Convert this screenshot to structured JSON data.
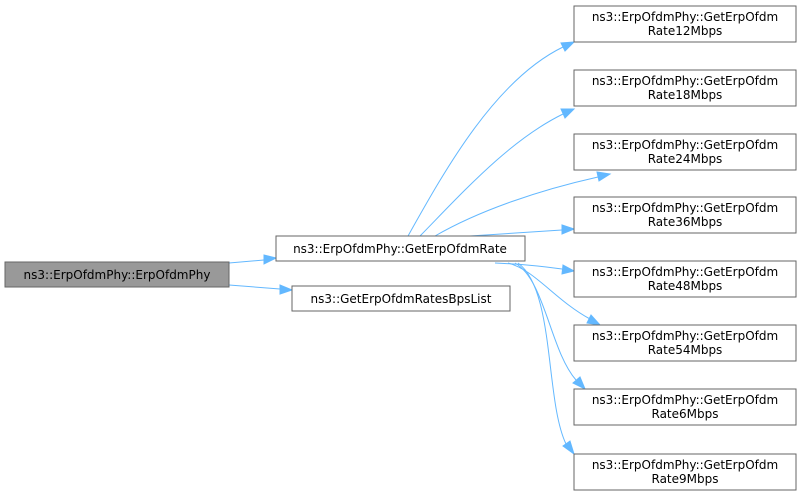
{
  "graph": {
    "root": {
      "label": "ns3::ErpOfdmPhy::ErpOfdmPhy"
    },
    "mid": [
      {
        "label": "ns3::ErpOfdmPhy::GetErpOfdmRate"
      },
      {
        "label": "ns3::GetErpOfdmRatesBpsList"
      }
    ],
    "leaves": [
      {
        "line1": "ns3::ErpOfdmPhy::GetErpOfdm",
        "line2": "Rate12Mbps"
      },
      {
        "line1": "ns3::ErpOfdmPhy::GetErpOfdm",
        "line2": "Rate18Mbps"
      },
      {
        "line1": "ns3::ErpOfdmPhy::GetErpOfdm",
        "line2": "Rate24Mbps"
      },
      {
        "line1": "ns3::ErpOfdmPhy::GetErpOfdm",
        "line2": "Rate36Mbps"
      },
      {
        "line1": "ns3::ErpOfdmPhy::GetErpOfdm",
        "line2": "Rate48Mbps"
      },
      {
        "line1": "ns3::ErpOfdmPhy::GetErpOfdm",
        "line2": "Rate54Mbps"
      },
      {
        "line1": "ns3::ErpOfdmPhy::GetErpOfdm",
        "line2": "Rate6Mbps"
      },
      {
        "line1": "ns3::ErpOfdmPhy::GetErpOfdm",
        "line2": "Rate9Mbps"
      }
    ]
  },
  "colors": {
    "edge": "#63b8ff",
    "root_fill": "#999999",
    "border": "#666666"
  }
}
